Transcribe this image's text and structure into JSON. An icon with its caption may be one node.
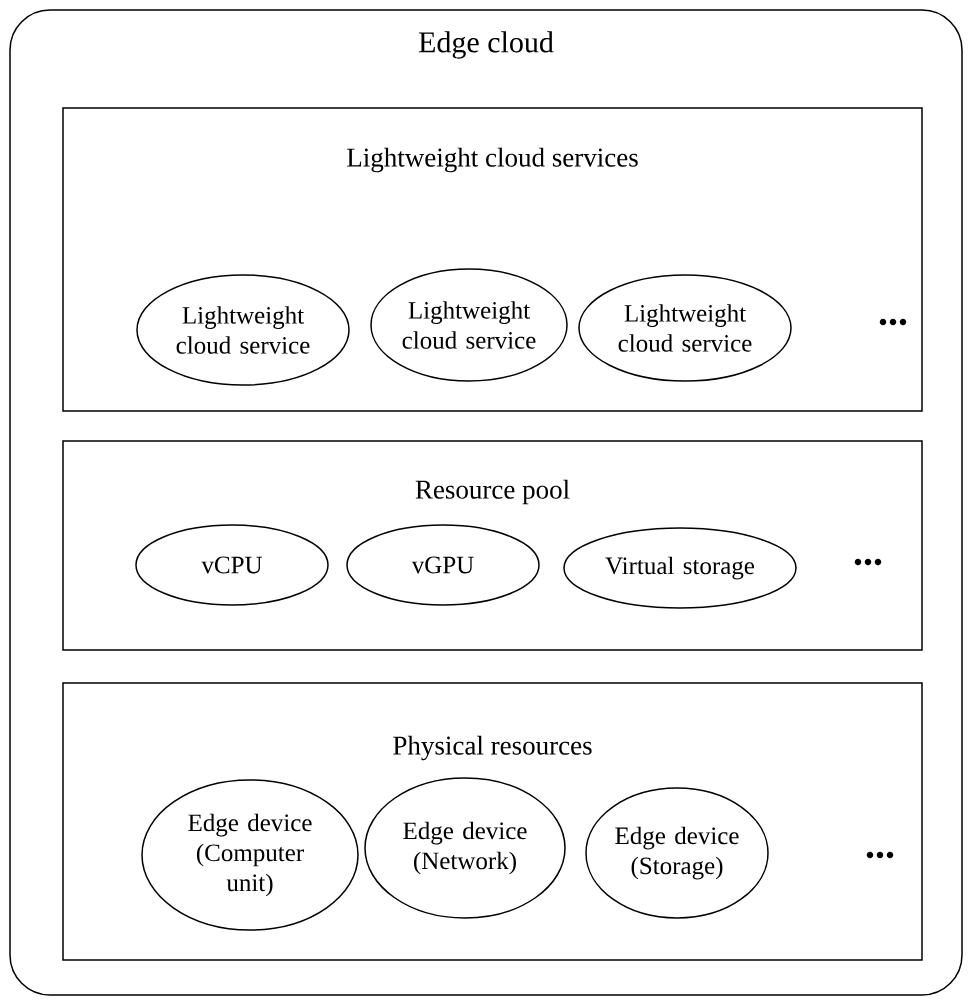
{
  "diagram": {
    "nodes": [
      {
        "text": [
          "Edge cloud"
        ]
      },
      {
        "text": [
          "Lightweight cloud services"
        ],
        "in": 0
      },
      {
        "text": [
          "Lightweight cloud service"
        ],
        "in": 1
      },
      {
        "text": [
          "Lightweight cloud service"
        ],
        "in": 1
      },
      {
        "text": [
          "Lightweight cloud service"
        ],
        "in": 1
      },
      {
        "text": [
          "Resource pool"
        ],
        "in": 0
      },
      {
        "text": [
          "vCPU"
        ],
        "in": 5
      },
      {
        "text": [
          "vGPU"
        ],
        "in": 5
      },
      {
        "text": [
          "Virtual storage"
        ],
        "in": 5
      },
      {
        "text": [
          "Physical resources"
        ],
        "in": 0
      },
      {
        "text": [
          "Edge device (Computer unit)"
        ],
        "in": 9
      },
      {
        "text": [
          "Edge device (Network)"
        ],
        "in": 9
      },
      {
        "text": [
          "Edge device (Storage)"
        ],
        "in": 9
      }
    ],
    "labels": [
      "...",
      "...",
      "..."
    ]
  }
}
